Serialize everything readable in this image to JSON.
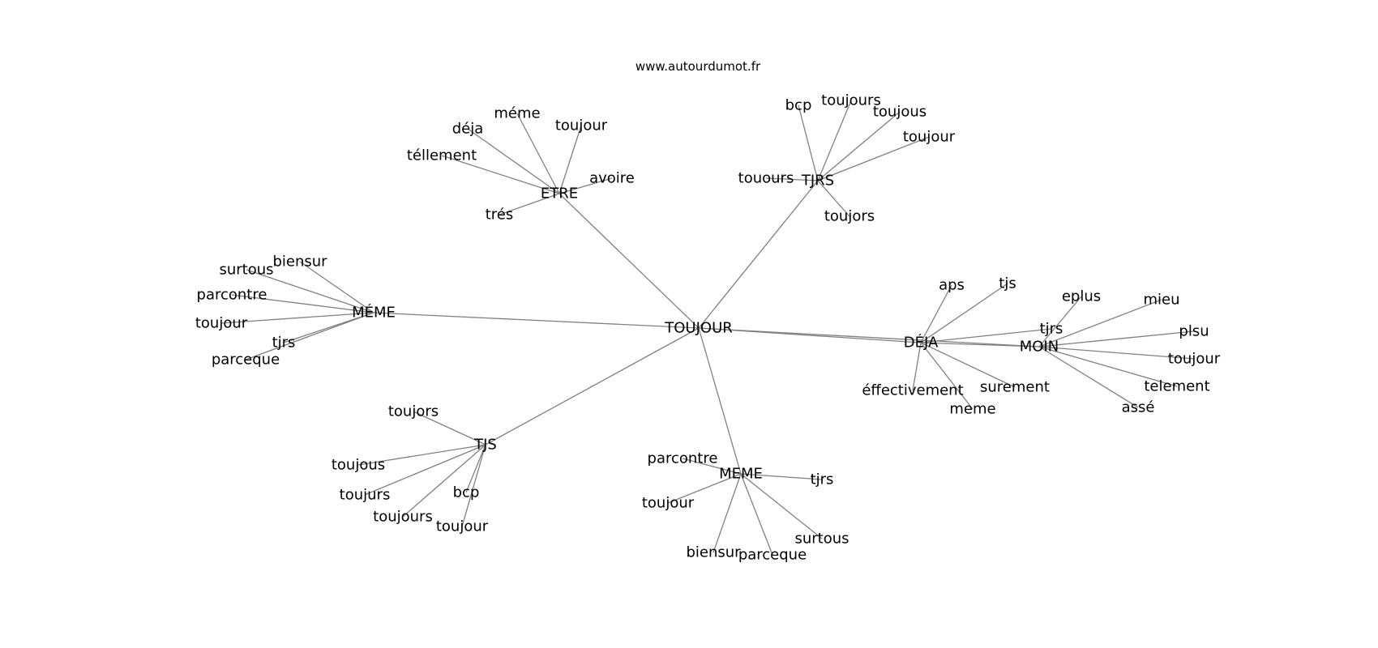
{
  "header": {
    "site": "www.autourdumot.fr"
  },
  "graph": {
    "edge_color": "#808080",
    "text_color": "#000000",
    "nodes": [
      {
        "id": "n0",
        "label": "TOUJOUR"
      },
      {
        "id": "n1",
        "label": "ETRE"
      },
      {
        "id": "n2",
        "label": "TJRS"
      },
      {
        "id": "n3",
        "label": "MÉME"
      },
      {
        "id": "n4",
        "label": "DÉJA"
      },
      {
        "id": "n5",
        "label": "MOIN"
      },
      {
        "id": "n6",
        "label": "TJS"
      },
      {
        "id": "n7",
        "label": "MEME"
      },
      {
        "id": "n8",
        "label": "méme"
      },
      {
        "id": "n9",
        "label": "toujour"
      },
      {
        "id": "n10",
        "label": "déja"
      },
      {
        "id": "n11",
        "label": "téllement"
      },
      {
        "id": "n12",
        "label": "avoire"
      },
      {
        "id": "n13",
        "label": "trés"
      },
      {
        "id": "n14",
        "label": "bcp"
      },
      {
        "id": "n15",
        "label": "toujours"
      },
      {
        "id": "n16",
        "label": "toujous"
      },
      {
        "id": "n17",
        "label": "toujour"
      },
      {
        "id": "n18",
        "label": "touours"
      },
      {
        "id": "n19",
        "label": "toujors"
      },
      {
        "id": "n20",
        "label": "biensur"
      },
      {
        "id": "n21",
        "label": "surtous"
      },
      {
        "id": "n22",
        "label": "parcontre"
      },
      {
        "id": "n23",
        "label": "toujour"
      },
      {
        "id": "n24",
        "label": "tjrs"
      },
      {
        "id": "n25",
        "label": "parceque"
      },
      {
        "id": "n26",
        "label": "aps"
      },
      {
        "id": "n27",
        "label": "tjs"
      },
      {
        "id": "n28",
        "label": "tjrs"
      },
      {
        "id": "n29",
        "label": "éffectivement"
      },
      {
        "id": "n30",
        "label": "surement"
      },
      {
        "id": "n31",
        "label": "meme"
      },
      {
        "id": "n32",
        "label": "eplus"
      },
      {
        "id": "n33",
        "label": "mieu"
      },
      {
        "id": "n34",
        "label": "plsu"
      },
      {
        "id": "n35",
        "label": "toujour"
      },
      {
        "id": "n36",
        "label": "telement"
      },
      {
        "id": "n37",
        "label": "assé"
      },
      {
        "id": "n38",
        "label": "toujors"
      },
      {
        "id": "n39",
        "label": "toujous"
      },
      {
        "id": "n40",
        "label": "toujurs"
      },
      {
        "id": "n41",
        "label": "bcp"
      },
      {
        "id": "n42",
        "label": "toujours"
      },
      {
        "id": "n43",
        "label": "toujour"
      },
      {
        "id": "n44",
        "label": "parcontre"
      },
      {
        "id": "n45",
        "label": "toujour"
      },
      {
        "id": "n46",
        "label": "tjrs"
      },
      {
        "id": "n47",
        "label": "surtous"
      },
      {
        "id": "n48",
        "label": "biensur"
      },
      {
        "id": "n49",
        "label": "parceque"
      }
    ],
    "edges": [
      [
        "n0",
        "n1"
      ],
      [
        "n0",
        "n2"
      ],
      [
        "n0",
        "n3"
      ],
      [
        "n0",
        "n4"
      ],
      [
        "n0",
        "n5"
      ],
      [
        "n0",
        "n6"
      ],
      [
        "n0",
        "n7"
      ],
      [
        "n1",
        "n8"
      ],
      [
        "n1",
        "n9"
      ],
      [
        "n1",
        "n10"
      ],
      [
        "n1",
        "n11"
      ],
      [
        "n1",
        "n12"
      ],
      [
        "n1",
        "n13"
      ],
      [
        "n2",
        "n14"
      ],
      [
        "n2",
        "n15"
      ],
      [
        "n2",
        "n16"
      ],
      [
        "n2",
        "n17"
      ],
      [
        "n2",
        "n18"
      ],
      [
        "n2",
        "n19"
      ],
      [
        "n3",
        "n20"
      ],
      [
        "n3",
        "n21"
      ],
      [
        "n3",
        "n22"
      ],
      [
        "n3",
        "n23"
      ],
      [
        "n3",
        "n24"
      ],
      [
        "n3",
        "n25"
      ],
      [
        "n4",
        "n26"
      ],
      [
        "n4",
        "n27"
      ],
      [
        "n4",
        "n28"
      ],
      [
        "n4",
        "n29"
      ],
      [
        "n4",
        "n30"
      ],
      [
        "n4",
        "n31"
      ],
      [
        "n4",
        "n5"
      ],
      [
        "n5",
        "n32"
      ],
      [
        "n5",
        "n33"
      ],
      [
        "n5",
        "n34"
      ],
      [
        "n5",
        "n35"
      ],
      [
        "n5",
        "n36"
      ],
      [
        "n5",
        "n37"
      ],
      [
        "n6",
        "n38"
      ],
      [
        "n6",
        "n39"
      ],
      [
        "n6",
        "n40"
      ],
      [
        "n6",
        "n41"
      ],
      [
        "n6",
        "n42"
      ],
      [
        "n6",
        "n43"
      ],
      [
        "n7",
        "n44"
      ],
      [
        "n7",
        "n45"
      ],
      [
        "n7",
        "n46"
      ],
      [
        "n7",
        "n47"
      ],
      [
        "n7",
        "n48"
      ],
      [
        "n7",
        "n49"
      ]
    ]
  }
}
